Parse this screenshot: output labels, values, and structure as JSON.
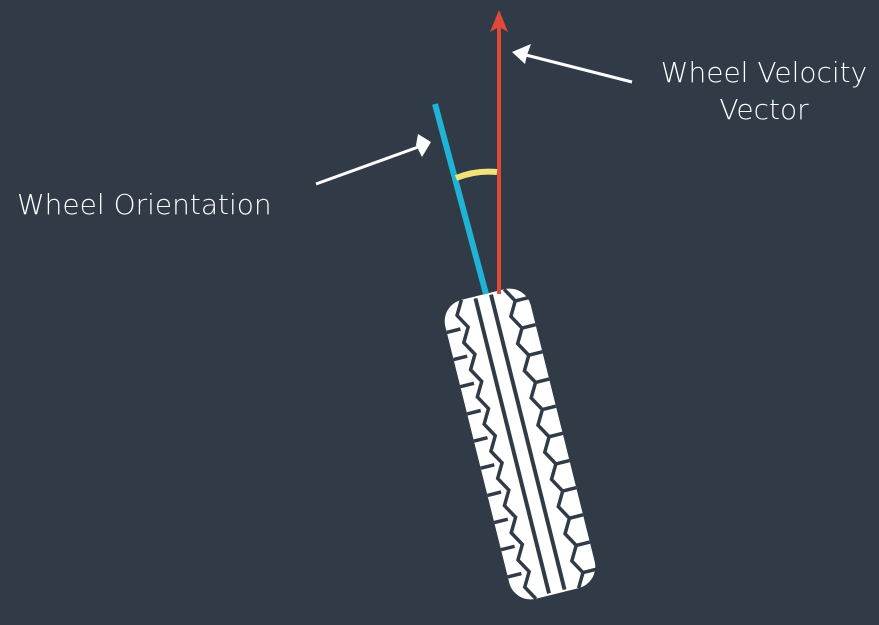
{
  "labels": {
    "velocity_line1": "Wheel Velocity",
    "velocity_line2": "Vector",
    "orientation": "Wheel Orientation"
  },
  "colors": {
    "background": "#313b47",
    "velocity_vector": "#e0493a",
    "wheel_orientation": "#1fb4d6",
    "angle_arc": "#f1e27a",
    "tire": "#ffffff",
    "pointer_arrows": "#ffffff"
  },
  "icons": {
    "tire": "tire-icon",
    "velocity_arrowhead": "arrowhead-icon",
    "pointer_arrowhead": "pointer-arrowhead-icon"
  }
}
